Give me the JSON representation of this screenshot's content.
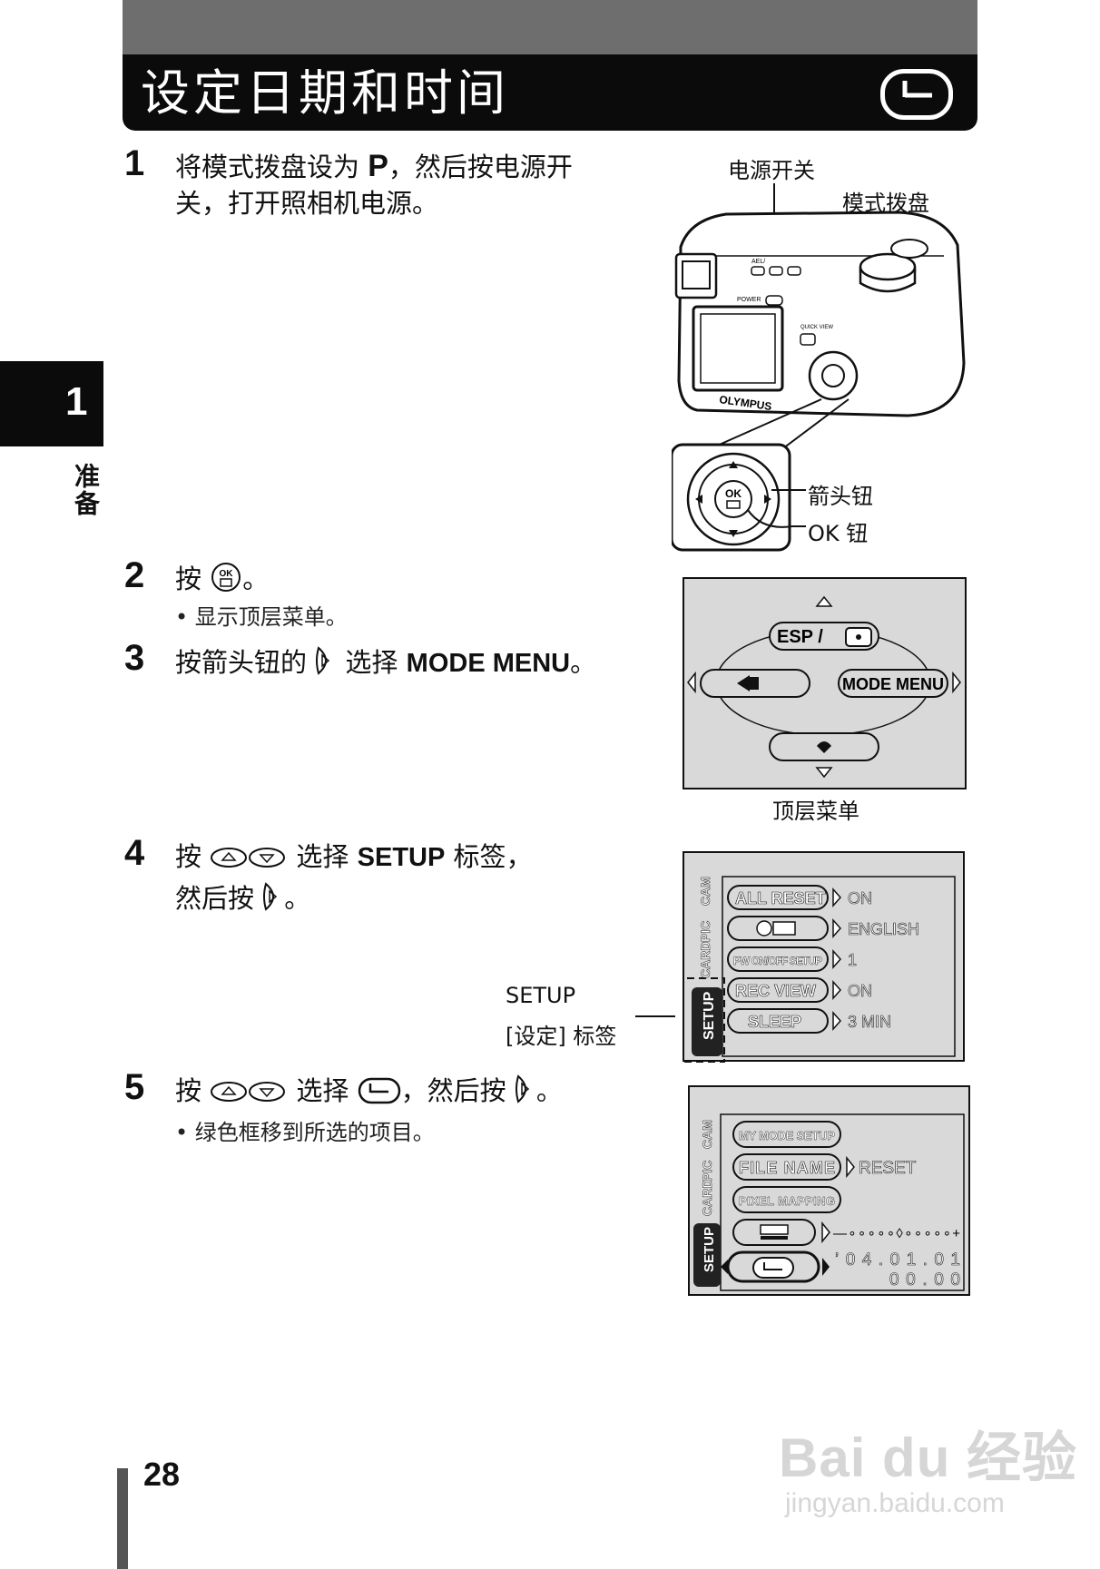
{
  "header": {
    "title": "设定日期和时间"
  },
  "chapter": {
    "number": "1",
    "label": "准备"
  },
  "steps": {
    "s1": {
      "num": "1",
      "text_line1_a": "将模式拨盘设为 ",
      "text_line1_b": "P",
      "text_line1_c": "，然后按电源开",
      "text_line2": "关，打开照相机电源。"
    },
    "s2": {
      "num": "2",
      "text_a": "按 ",
      "text_b": "。",
      "bullet": "• 显示顶层菜单。"
    },
    "s3": {
      "num": "3",
      "text_a": "按箭头钮的 ",
      "text_b": " 选择 ",
      "text_c": "MODE MENU",
      "text_d": "。"
    },
    "s4": {
      "num": "4",
      "text_a": "按 ",
      "text_b": " 选择 ",
      "text_c": "SETUP",
      "text_d": " 标签，",
      "line2_a": "然后按 ",
      "line2_b": "。"
    },
    "s5": {
      "num": "5",
      "text_a": "按 ",
      "text_b": " 选择 ",
      "text_c": "，然后按 ",
      "text_d": "。",
      "bullet": "• 绿色框移到所选的项目。"
    }
  },
  "camera_figure": {
    "power_switch": "电源开关",
    "mode_dial": "模式拨盘",
    "arrow_pad": "箭头钮",
    "ok_button": "OK 钮",
    "brand": "OLYMPUS",
    "power_label": "POWER",
    "quick_view": "QUICK VIEW",
    "ael": "AEL/",
    "ok": "OK"
  },
  "top_menu": {
    "caption": "顶层菜单",
    "up": "ESP /",
    "right": "MODE MENU"
  },
  "setup_menu1": {
    "tabs": [
      "CAM",
      "PIC",
      "CARD",
      "SETUP"
    ],
    "items": [
      {
        "label": "ALL RESET",
        "value": "ON"
      },
      {
        "label": "",
        "value": "ENGLISH"
      },
      {
        "label": "PW ON/OFF SETUP",
        "value": "1"
      },
      {
        "label": "REC VIEW",
        "value": "ON"
      },
      {
        "label": "SLEEP",
        "value": "3 MIN"
      }
    ],
    "tab_caption_1": "SETUP",
    "tab_caption_2": "[设定] 标签"
  },
  "setup_menu2": {
    "tabs": [
      "CAM",
      "PIC",
      "CARD",
      "SETUP"
    ],
    "items": [
      {
        "label": "MY MODE SETUP",
        "value": ""
      },
      {
        "label": "FILE NAME",
        "value": "RESET"
      },
      {
        "label": "PIXEL MAPPING",
        "value": ""
      },
      {
        "label": "",
        "value": "—∘∘∘∘∘◊∘∘∘∘∘+"
      },
      {
        "label": "",
        "value": "’04.01.01"
      }
    ],
    "time": "00.00"
  },
  "footer": {
    "page": "28",
    "watermark": "Bai du 经验",
    "watermark_url": "jingyan.baidu.com"
  }
}
